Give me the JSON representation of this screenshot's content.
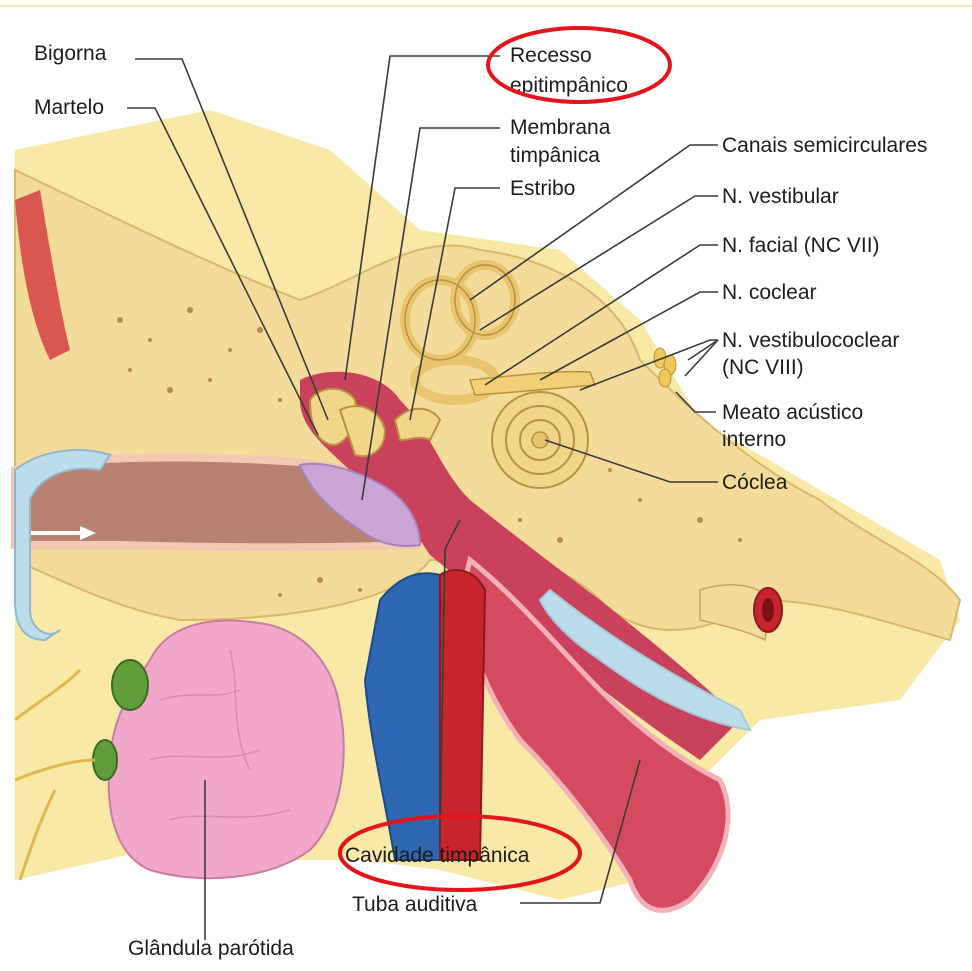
{
  "labels": {
    "bigorna": "Bigorna",
    "martelo": "Martelo",
    "recesso_1": "Recesso",
    "recesso_2": "epitimpânico",
    "membrana_1": "Membrana",
    "membrana_2": "timpânica",
    "estribo": "Estribo",
    "canais": "Canais semicirculares",
    "n_vestibular": "N. vestibular",
    "n_facial": "N. facial (NC VII)",
    "n_coclear": "N. coclear",
    "n_vestibulococlear_1": "N. vestibulococlear",
    "n_vestibulococlear_2": "(NC VIII)",
    "meato_1": "Meato acústico",
    "meato_2": "interno",
    "coclea": "Cóclea",
    "cavidade": "Cavidade timpânica",
    "tuba": "Tuba auditiva",
    "parotida": "Glândula parótida"
  },
  "highlights": [
    "Recesso epitimpânico",
    "Cavidade timpânica"
  ],
  "colors": {
    "bone": "#f3dc9a",
    "bone_dark": "#e6c77a",
    "fat": "#f8e9a6",
    "canal": "#b5806f",
    "cavity": "#c9415a",
    "membrane": "#c9a6d6",
    "parotid": "#f1a7c9",
    "vein": "#2f67b3",
    "artery": "#c8242d",
    "highlight": "#e3141b"
  }
}
